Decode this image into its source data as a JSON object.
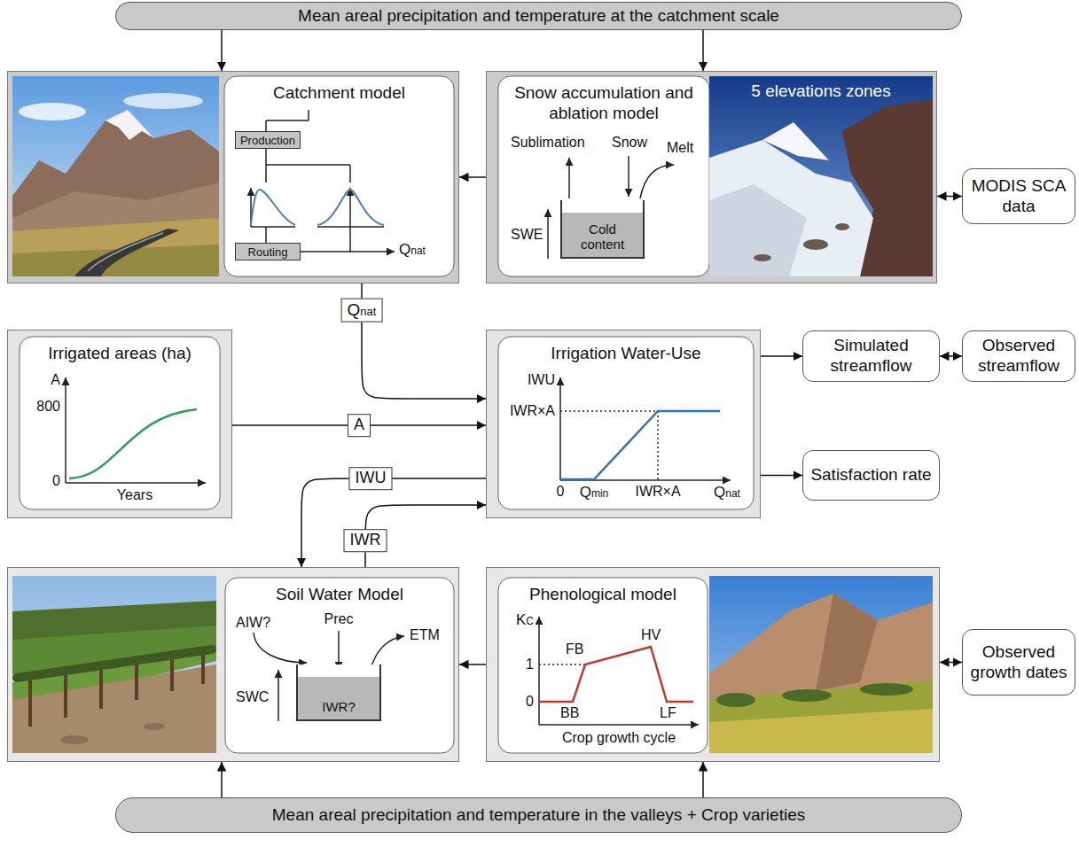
{
  "diagram": {
    "nodes": [
      {
        "text": [
          "Mean areal precipitation and temperature at the catchment scale"
        ]
      },
      {
        "text": [
          "Catchment model"
        ]
      },
      {
        "text": [
          "Production"
        ],
        "in": 1
      },
      {
        "text": [
          "Routing"
        ],
        "in": 1
      },
      {
        "text": [
          "Snow accumulation and ablation model"
        ]
      },
      {
        "text": [
          "Cold content"
        ],
        "in": 4
      },
      {
        "text": [
          "MODIS SCA data"
        ]
      },
      {
        "text": [
          "Irrigated areas (ha)"
        ]
      },
      {
        "text": [
          "Irrigation Water-Use"
        ]
      },
      {
        "text": [
          "Simulated streamflow"
        ]
      },
      {
        "text": [
          "Observed streamflow"
        ]
      },
      {
        "text": [
          "Satisfaction rate"
        ]
      },
      {
        "text": [
          "Soil Water Model"
        ]
      },
      {
        "text": [
          "IWR?"
        ],
        "in": 12
      },
      {
        "text": [
          "Phenological model"
        ]
      },
      {
        "text": [
          "Observed growth dates"
        ]
      },
      {
        "text": [
          "Mean areal precipitation and temperature in the valleys + Crop varieties"
        ]
      }
    ],
    "edges": [
      {
        "from": 0,
        "to": 1,
        "arrow": "to"
      },
      {
        "from": 0,
        "to": 4,
        "arrow": "to"
      },
      {
        "from": 4,
        "to": 1,
        "arrow": "to"
      },
      {
        "from": 4,
        "to": 6,
        "arrow": "both"
      },
      {
        "from": 1,
        "to": 8,
        "label": "Qnat",
        "arrow": "to"
      },
      {
        "from": 7,
        "to": 8,
        "label": "A",
        "arrow": "to"
      },
      {
        "from": 8,
        "to": 9,
        "arrow": "to"
      },
      {
        "from": 9,
        "to": 10,
        "arrow": "both"
      },
      {
        "from": 8,
        "to": 11,
        "arrow": "to"
      },
      {
        "from": 8,
        "to": 12,
        "label": "IWU",
        "arrow": "to"
      },
      {
        "from": 12,
        "to": 8,
        "label": "IWR",
        "arrow": "to"
      },
      {
        "from": 14,
        "to": 12,
        "arrow": "to"
      },
      {
        "from": 14,
        "to": 15,
        "arrow": "both"
      },
      {
        "from": 16,
        "to": 12,
        "arrow": "to"
      },
      {
        "from": 16,
        "to": 14,
        "arrow": "to"
      }
    ],
    "labels": [
      "5 elevations zones",
      "Qnat",
      "Sublimation",
      "Snow",
      "Melt",
      "SWE",
      "A",
      "800",
      "0",
      "Years",
      "IWU",
      "IWR×A",
      "0",
      "Qmin",
      "IWR×A",
      "Qnat",
      "AIW?",
      "Prec",
      "ETM",
      "SWC",
      "KC",
      "1",
      "FB",
      "HV",
      "0",
      "BB",
      "LF",
      "Crop growth cycle"
    ]
  }
}
